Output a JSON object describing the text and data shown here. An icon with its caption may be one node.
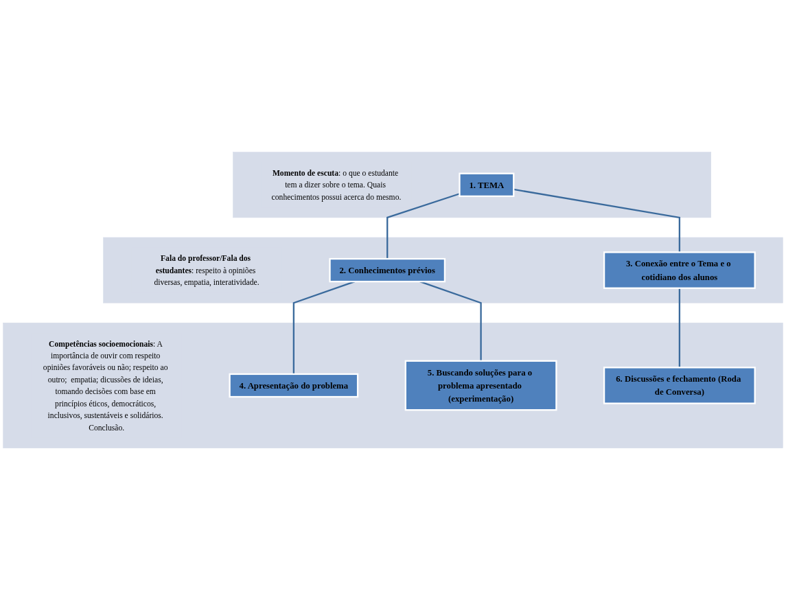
{
  "diagram": {
    "nodes": [
      {
        "text": [
          "**Momento de escuta**: o que o estudante tem a dizer sobre o tema. Quais conhecimentos possui acerca do mesmo."
        ]
      },
      {
        "text": [
          "1. TEMA"
        ],
        "in": 0
      },
      {
        "text": [
          "**Fala do professor/Fala dos estudantes**: respeito à opiniões diversas, empatia, interatividade."
        ]
      },
      {
        "text": [
          "2. Conhecimentos prévios"
        ],
        "in": 2
      },
      {
        "text": [
          "3. Conexão entre o Tema e o cotidiano dos alunos"
        ],
        "in": 2
      },
      {
        "text": [
          "**Competências socioemocionais**: A importância de ouvir com respeito opiniões favoráveis ou não; respeito ao outro;  empatia; dicussões de ideias, tomando decisões com base em princípios éticos, democráticos, inclusivos, sustentáveis e solidários. Conclusão."
        ]
      },
      {
        "text": [
          "4. Apresentação do problema"
        ],
        "in": 5
      },
      {
        "text": [
          "5. Buscando soluções para o problema apresentado (experimentação)"
        ],
        "in": 5
      },
      {
        "text": [
          "6. Discussões e fechamento (Roda de Conversa)"
        ],
        "in": 5
      }
    ],
    "edges": [
      {
        "from": 1,
        "to": 3,
        "arrow": "none"
      },
      {
        "from": 1,
        "to": 4,
        "arrow": "none"
      },
      {
        "from": 3,
        "to": 6,
        "arrow": "none"
      },
      {
        "from": 3,
        "to": 7,
        "arrow": "none"
      },
      {
        "from": 4,
        "to": 8,
        "arrow": "none"
      }
    ]
  }
}
